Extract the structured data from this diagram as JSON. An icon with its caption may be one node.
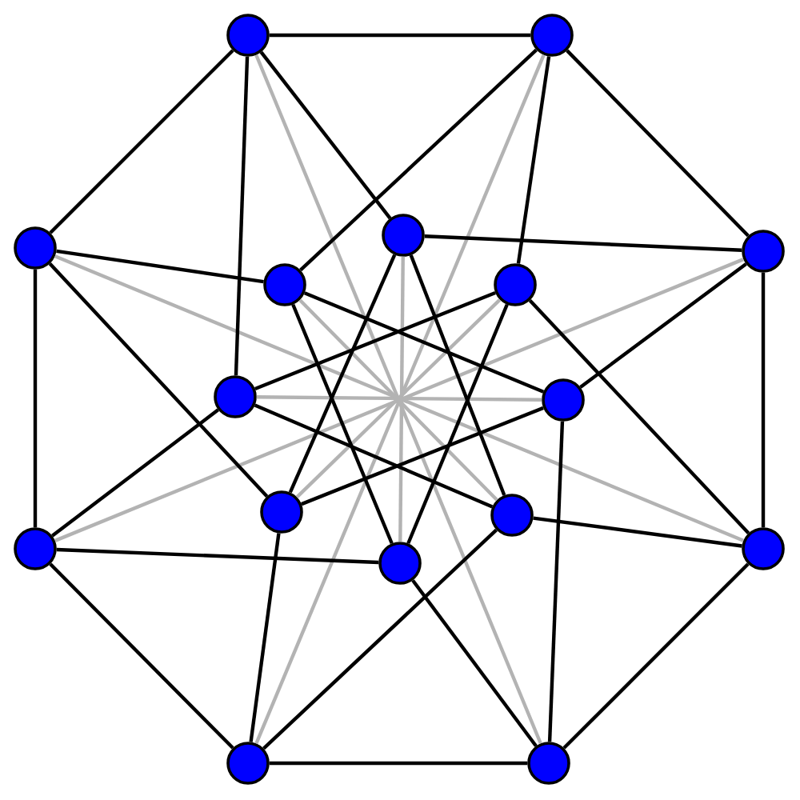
{
  "diagram": {
    "nodes": [
      {
        "text": [],
        "shape": "circle"
      },
      {
        "text": [],
        "shape": "circle"
      },
      {
        "text": [],
        "shape": "circle"
      },
      {
        "text": [],
        "shape": "circle"
      },
      {
        "text": [],
        "shape": "circle"
      },
      {
        "text": [],
        "shape": "circle"
      },
      {
        "text": [],
        "shape": "circle"
      },
      {
        "text": [],
        "shape": "circle"
      },
      {
        "text": [],
        "shape": "circle"
      },
      {
        "text": [],
        "shape": "circle"
      },
      {
        "text": [],
        "shape": "circle"
      },
      {
        "text": [],
        "shape": "circle"
      },
      {
        "text": [],
        "shape": "circle"
      },
      {
        "text": [],
        "shape": "circle"
      },
      {
        "text": [],
        "shape": "circle"
      },
      {
        "text": [],
        "shape": "circle"
      }
    ],
    "edges": [
      {
        "from": 0,
        "to": 1,
        "arrow": "none"
      },
      {
        "from": 1,
        "to": 4,
        "arrow": "none"
      },
      {
        "from": 4,
        "to": 12,
        "arrow": "none"
      },
      {
        "from": 12,
        "to": 15,
        "arrow": "none"
      },
      {
        "from": 15,
        "to": 14,
        "arrow": "none"
      },
      {
        "from": 14,
        "to": 11,
        "arrow": "none"
      },
      {
        "from": 11,
        "to": 3,
        "arrow": "none"
      },
      {
        "from": 3,
        "to": 0,
        "arrow": "none"
      },
      {
        "from": 0,
        "to": 7,
        "arrow": "none"
      },
      {
        "from": 0,
        "to": 2,
        "arrow": "none"
      },
      {
        "from": 3,
        "to": 5,
        "arrow": "none"
      },
      {
        "from": 3,
        "to": 9,
        "arrow": "none"
      },
      {
        "from": 1,
        "to": 6,
        "arrow": "none"
      },
      {
        "from": 1,
        "to": 5,
        "arrow": "none"
      },
      {
        "from": 4,
        "to": 2,
        "arrow": "none"
      },
      {
        "from": 4,
        "to": 8,
        "arrow": "none"
      },
      {
        "from": 12,
        "to": 10,
        "arrow": "none"
      },
      {
        "from": 12,
        "to": 6,
        "arrow": "none"
      },
      {
        "from": 15,
        "to": 8,
        "arrow": "none"
      },
      {
        "from": 15,
        "to": 13,
        "arrow": "none"
      },
      {
        "from": 14,
        "to": 9,
        "arrow": "none"
      },
      {
        "from": 14,
        "to": 10,
        "arrow": "none"
      },
      {
        "from": 11,
        "to": 7,
        "arrow": "none"
      },
      {
        "from": 11,
        "to": 13,
        "arrow": "none"
      },
      {
        "from": 2,
        "to": 10,
        "arrow": "none"
      },
      {
        "from": 10,
        "to": 7,
        "arrow": "none"
      },
      {
        "from": 7,
        "to": 6,
        "arrow": "none"
      },
      {
        "from": 6,
        "to": 13,
        "arrow": "none"
      },
      {
        "from": 13,
        "to": 5,
        "arrow": "none"
      },
      {
        "from": 5,
        "to": 8,
        "arrow": "none"
      },
      {
        "from": 8,
        "to": 9,
        "arrow": "none"
      },
      {
        "from": 9,
        "to": 2,
        "arrow": "none"
      },
      {
        "from": 0,
        "to": 15,
        "arrow": "none",
        "color": "#b3b3b3"
      },
      {
        "from": 1,
        "to": 14,
        "arrow": "none",
        "color": "#b3b3b3"
      },
      {
        "from": 4,
        "to": 11,
        "arrow": "none",
        "color": "#b3b3b3"
      },
      {
        "from": 12,
        "to": 3,
        "arrow": "none",
        "color": "#b3b3b3"
      },
      {
        "from": 2,
        "to": 13,
        "arrow": "none",
        "color": "#b3b3b3"
      },
      {
        "from": 6,
        "to": 9,
        "arrow": "none",
        "color": "#b3b3b3"
      },
      {
        "from": 8,
        "to": 7,
        "arrow": "none",
        "color": "#b3b3b3"
      },
      {
        "from": 10,
        "to": 5,
        "arrow": "none",
        "color": "#b3b3b3"
      }
    ]
  }
}
